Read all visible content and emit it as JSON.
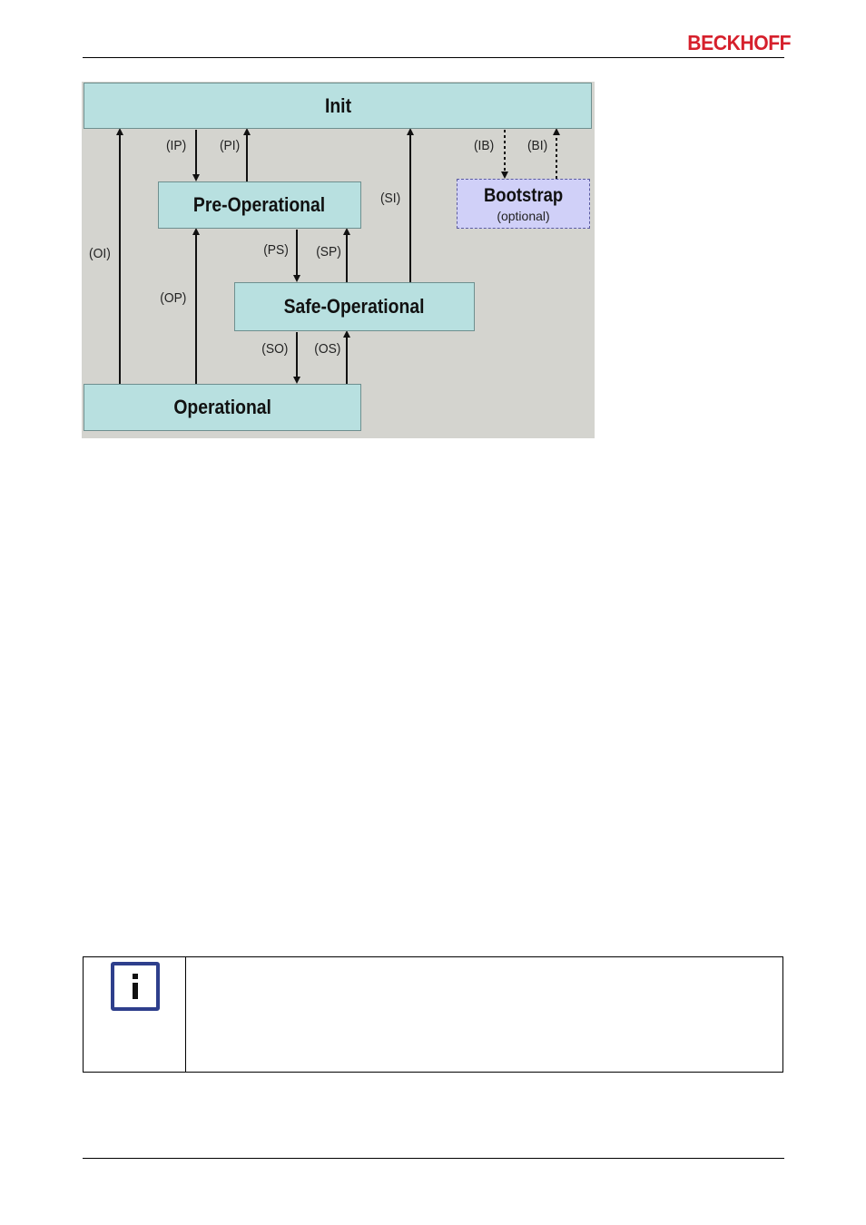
{
  "header": {
    "brand": "BECKHOFF"
  },
  "diagram": {
    "states": {
      "init": "Init",
      "preop": "Pre-Operational",
      "safeop": "Safe-Operational",
      "op": "Operational",
      "boot": "Bootstrap",
      "boot_sub": "(optional)"
    },
    "transitions": {
      "ip": "(IP)",
      "pi": "(PI)",
      "ib": "(IB)",
      "bi": "(BI)",
      "si": "(SI)",
      "oi": "(OI)",
      "ps": "(PS)",
      "sp": "(SP)",
      "op": "(OP)",
      "so": "(SO)",
      "os": "(OS)"
    }
  },
  "note": {
    "icon": "info-icon"
  },
  "colors": {
    "brand": "#d6202c",
    "state_fill": "#b8e0e0",
    "bootstrap_fill": "#d0d0f8",
    "diagram_bg": "#d4d4cf",
    "icon_border": "#2e3f8c"
  }
}
